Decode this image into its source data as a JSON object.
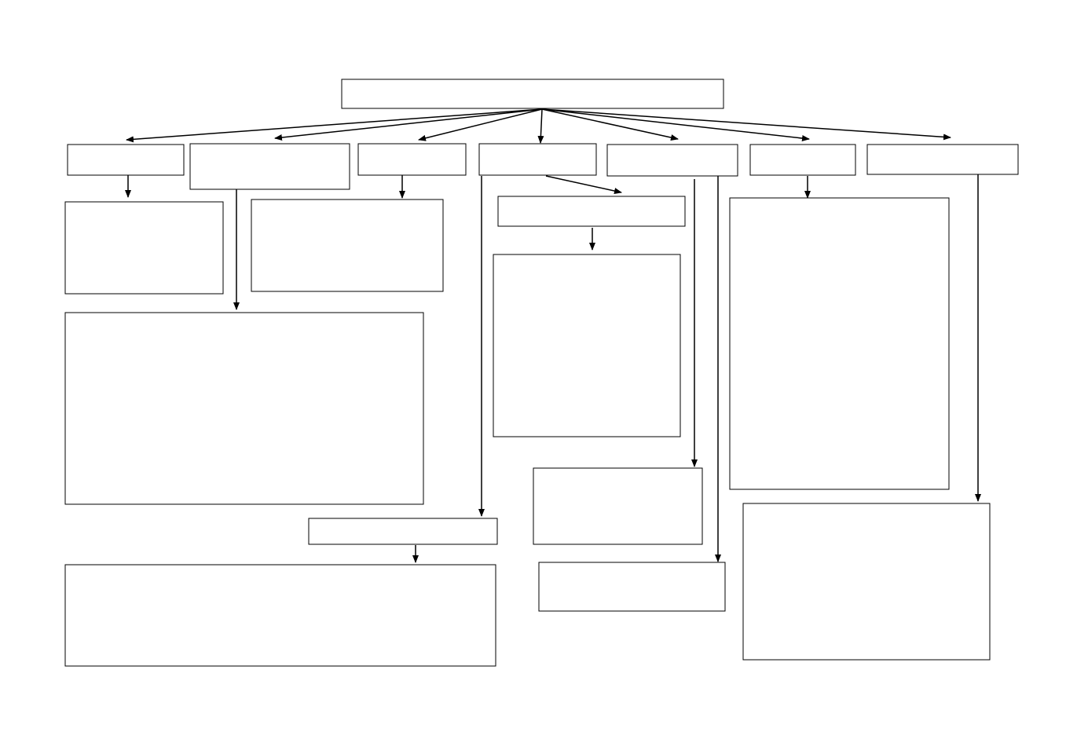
{
  "diagram": {
    "type": "blank-concept-map",
    "colors": {
      "background": "#ffffff",
      "stroke": "#000000"
    },
    "nodes": [
      {
        "id": "root",
        "label": ""
      },
      {
        "id": "level1-a",
        "label": ""
      },
      {
        "id": "level1-b",
        "label": ""
      },
      {
        "id": "level1-c",
        "label": ""
      },
      {
        "id": "level1-d",
        "label": ""
      },
      {
        "id": "level1-e",
        "label": ""
      },
      {
        "id": "level1-f",
        "label": ""
      },
      {
        "id": "level1-g",
        "label": ""
      },
      {
        "id": "a-detail",
        "label": ""
      },
      {
        "id": "c-detail",
        "label": ""
      },
      {
        "id": "b-large-detail",
        "label": ""
      },
      {
        "id": "d-sub",
        "label": ""
      },
      {
        "id": "d-sub-detail",
        "label": ""
      },
      {
        "id": "f-detail",
        "label": ""
      },
      {
        "id": "e-detail-1",
        "label": ""
      },
      {
        "id": "d-bottom-label",
        "label": ""
      },
      {
        "id": "d-bottom-detail",
        "label": ""
      },
      {
        "id": "e-detail-2",
        "label": ""
      },
      {
        "id": "g-detail",
        "label": ""
      }
    ],
    "edges": [
      {
        "from": "root",
        "to": "level1-a"
      },
      {
        "from": "root",
        "to": "level1-b"
      },
      {
        "from": "root",
        "to": "level1-c"
      },
      {
        "from": "root",
        "to": "level1-d"
      },
      {
        "from": "root",
        "to": "level1-e"
      },
      {
        "from": "root",
        "to": "level1-f"
      },
      {
        "from": "root",
        "to": "level1-g"
      },
      {
        "from": "level1-a",
        "to": "a-detail"
      },
      {
        "from": "level1-b",
        "to": "b-large-detail"
      },
      {
        "from": "level1-c",
        "to": "c-detail"
      },
      {
        "from": "level1-d",
        "to": "d-sub"
      },
      {
        "from": "d-sub",
        "to": "d-sub-detail"
      },
      {
        "from": "level1-d",
        "to": "d-bottom-label"
      },
      {
        "from": "d-bottom-label",
        "to": "d-bottom-detail"
      },
      {
        "from": "level1-e",
        "to": "e-detail-1"
      },
      {
        "from": "level1-e",
        "to": "e-detail-2"
      },
      {
        "from": "level1-f",
        "to": "f-detail"
      },
      {
        "from": "level1-g",
        "to": "g-detail"
      }
    ]
  }
}
